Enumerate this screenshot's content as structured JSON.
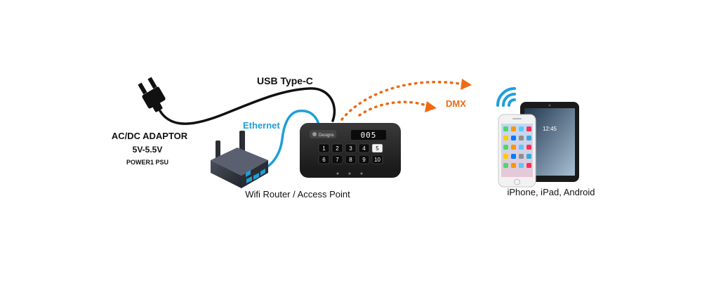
{
  "labels": {
    "usb": "USB Type-C",
    "ethernet": "Ethernet",
    "dmx": "DMX",
    "adaptor": "AC/DC ADAPTOR",
    "voltage": "5V-5.5V",
    "psu": "POWER1 PSU",
    "router": "Wifi Router / Access Point",
    "devices": "iPhone, iPad, Android"
  },
  "controller": {
    "brand": "Designs",
    "display": "005",
    "keys": [
      "1",
      "2",
      "3",
      "4",
      "5",
      "6",
      "7",
      "8",
      "9",
      "10"
    ],
    "active_key": "5"
  },
  "tablet": {
    "time": "12:45"
  },
  "colors": {
    "ethernet_cable": "#1f9fd8",
    "dmx_signal": "#ee6a14",
    "wifi_waves": "#1f9fd8",
    "power_cable": "#111111"
  },
  "icons": [
    "power-plug-icon",
    "wifi-icon"
  ]
}
